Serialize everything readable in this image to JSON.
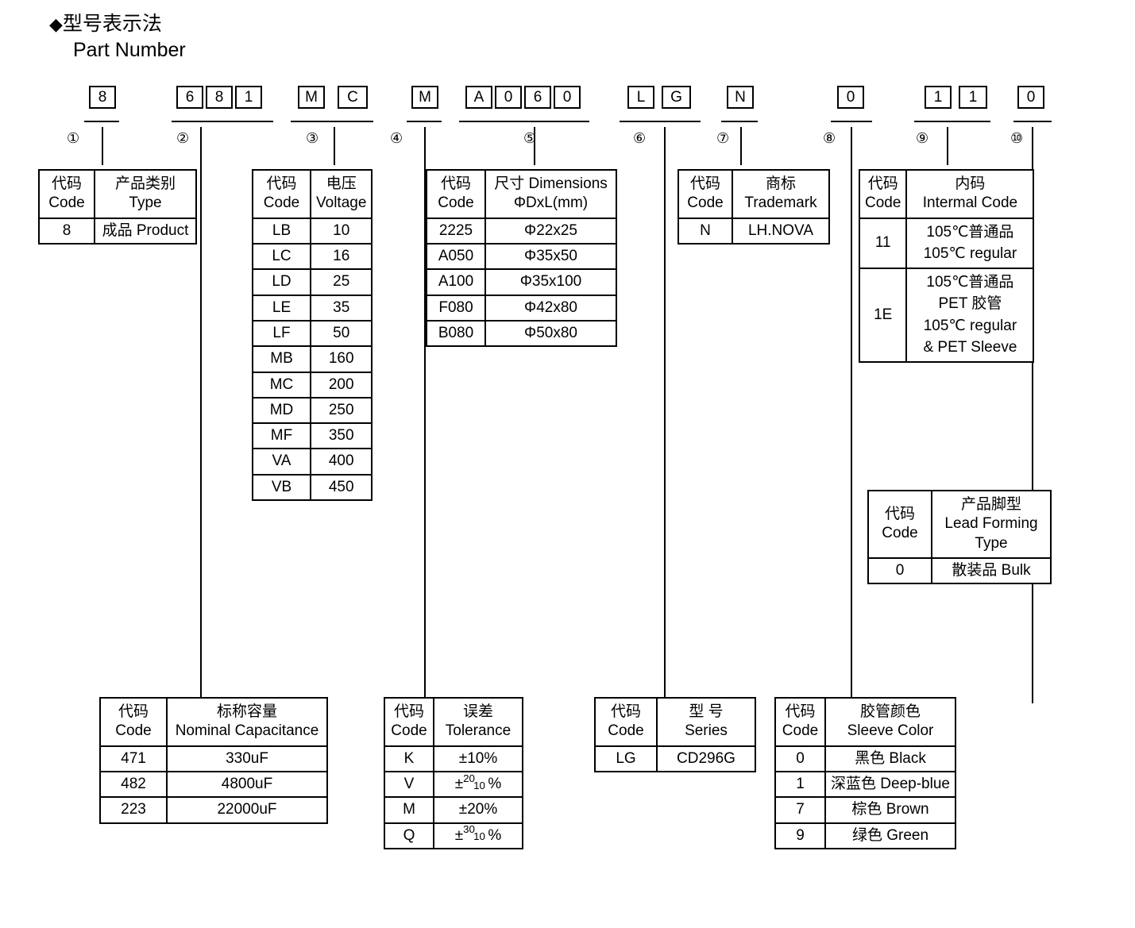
{
  "header": {
    "diamond": "◆",
    "title_cn": "型号表示法",
    "title_en": "Part Number"
  },
  "part_number": {
    "boxes": [
      {
        "char": "8",
        "x": 112,
        "w": 34,
        "group": 1
      },
      {
        "char": "6",
        "x": 222,
        "w": 34,
        "group": 2
      },
      {
        "char": "8",
        "x": 259,
        "w": 34,
        "group": 2
      },
      {
        "char": "1",
        "x": 296,
        "w": 34,
        "group": 2
      },
      {
        "char": "M",
        "x": 375,
        "w": 34,
        "group": 3
      },
      {
        "char": "C",
        "x": 425,
        "w": 38,
        "group": 3
      },
      {
        "char": "M",
        "x": 518,
        "w": 34,
        "group": 4
      },
      {
        "char": "A",
        "x": 586,
        "w": 34,
        "group": 5
      },
      {
        "char": "0",
        "x": 623,
        "w": 34,
        "group": 5
      },
      {
        "char": "6",
        "x": 660,
        "w": 34,
        "group": 5
      },
      {
        "char": "0",
        "x": 697,
        "w": 34,
        "group": 5
      },
      {
        "char": "L",
        "x": 790,
        "w": 34,
        "group": 6
      },
      {
        "char": "G",
        "x": 833,
        "w": 37,
        "group": 6
      },
      {
        "char": "N",
        "x": 915,
        "w": 34,
        "group": 7
      },
      {
        "char": "0",
        "x": 1054,
        "w": 34,
        "group": 8
      },
      {
        "char": "1",
        "x": 1164,
        "w": 34,
        "group": 9
      },
      {
        "char": "1",
        "x": 1207,
        "w": 36,
        "group": 9
      },
      {
        "char": "0",
        "x": 1281,
        "w": 34,
        "group": 10
      }
    ],
    "markers": [
      {
        "label": "①",
        "x": 84,
        "uline_x": 106,
        "uline_w": 44,
        "vline_x": 128,
        "vline_h": 48
      },
      {
        "label": "②",
        "x": 222,
        "uline_x": 216,
        "uline_w": 128,
        "vline_x": 252,
        "vline_h": 726
      },
      {
        "label": "③",
        "x": 385,
        "uline_x": 366,
        "uline_w": 104,
        "vline_x": 420,
        "vline_h": 48
      },
      {
        "label": "④",
        "x": 491,
        "uline_x": 512,
        "uline_w": 44,
        "vline_x": 534,
        "vline_h": 726
      },
      {
        "label": "⑤",
        "x": 659,
        "uline_x": 578,
        "uline_w": 164,
        "vline_x": 672,
        "vline_h": 48
      },
      {
        "label": "⑥",
        "x": 797,
        "uline_x": 780,
        "uline_w": 102,
        "vline_x": 836,
        "vline_h": 726
      },
      {
        "label": "⑦",
        "x": 902,
        "uline_x": 908,
        "uline_w": 46,
        "vline_x": 932,
        "vline_h": 48
      },
      {
        "label": "⑧",
        "x": 1036,
        "uline_x": 1046,
        "uline_w": 52,
        "vline_x": 1071,
        "vline_h": 726
      },
      {
        "label": "⑨",
        "x": 1153,
        "uline_x": 1151,
        "uline_w": 96,
        "vline_x": 1192,
        "vline_h": 48
      },
      {
        "label": "⑩",
        "x": 1272,
        "uline_x": 1276,
        "uline_w": 48,
        "vline_x": 1299,
        "vline_h": 726
      }
    ]
  },
  "tables": {
    "type": {
      "headers": [
        "代码",
        "产品类别"
      ],
      "headers_en": [
        "Code",
        "Type"
      ],
      "rows": [
        [
          "8",
          "成品 Product"
        ]
      ]
    },
    "voltage": {
      "headers": [
        "代码",
        "电压"
      ],
      "headers_en": [
        "Code",
        "Voltage"
      ],
      "rows": [
        [
          "LB",
          "10"
        ],
        [
          "LC",
          "16"
        ],
        [
          "LD",
          "25"
        ],
        [
          "LE",
          "35"
        ],
        [
          "LF",
          "50"
        ],
        [
          "MB",
          "160"
        ],
        [
          "MC",
          "200"
        ],
        [
          "MD",
          "250"
        ],
        [
          "MF",
          "350"
        ],
        [
          "VA",
          "400"
        ],
        [
          "VB",
          "450"
        ]
      ]
    },
    "dimensions": {
      "headers": [
        "代码",
        "尺寸 Dimensions"
      ],
      "headers_en": [
        "Code",
        "ΦDxL(mm)"
      ],
      "rows": [
        [
          "2225",
          "Φ22x25"
        ],
        [
          "A050",
          "Φ35x50"
        ],
        [
          "A100",
          "Φ35x100"
        ],
        [
          "F080",
          "Φ42x80"
        ],
        [
          "B080",
          "Φ50x80"
        ]
      ]
    },
    "trademark": {
      "headers": [
        "代码",
        "商标"
      ],
      "headers_en": [
        "Code",
        "Trademark"
      ],
      "rows": [
        [
          "N",
          "LH.NOVA"
        ]
      ]
    },
    "internal_code": {
      "headers": [
        "代码",
        "内码"
      ],
      "headers_en": [
        "Code",
        "Intermal Code"
      ],
      "rows": [
        {
          "code": "11",
          "lines": [
            "105℃普通品",
            "105℃ regular"
          ]
        },
        {
          "code": "1E",
          "lines": [
            "105℃普通品",
            "PET 胶管",
            "105℃ regular",
            "& PET Sleeve"
          ]
        }
      ]
    },
    "lead_forming": {
      "headers": [
        "代码",
        "产品脚型"
      ],
      "headers_en": [
        "Code",
        "Lead Forming"
      ],
      "headers_en2": "Type",
      "rows": [
        [
          "0",
          "散装品 Bulk"
        ]
      ]
    },
    "capacitance": {
      "headers": [
        "代码",
        "标称容量"
      ],
      "headers_en": [
        "Code",
        "Nominal Capacitance"
      ],
      "rows": [
        [
          "471",
          "330uF"
        ],
        [
          "482",
          "4800uF"
        ],
        [
          "223",
          "22000uF"
        ]
      ]
    },
    "tolerance": {
      "headers": [
        "代码",
        "误差"
      ],
      "headers_en": [
        "Code",
        "Tolerance"
      ],
      "rows": [
        {
          "code": "K",
          "plain": "±10%"
        },
        {
          "code": "V",
          "sup": "20",
          "sub": "10",
          "suffix": "%"
        },
        {
          "code": "M",
          "plain": "±20%"
        },
        {
          "code": "Q",
          "sup": "30",
          "sub": "10",
          "suffix": "%"
        }
      ]
    },
    "series": {
      "headers": [
        "代码",
        "型 号"
      ],
      "headers_en": [
        "Code",
        "Series"
      ],
      "rows": [
        [
          "LG",
          "CD296G"
        ]
      ]
    },
    "sleeve_color": {
      "headers": [
        "代码",
        "胶管颜色"
      ],
      "headers_en": [
        "Code",
        "Sleeve Color"
      ],
      "rows": [
        [
          "0",
          "黑色 Black"
        ],
        [
          "1",
          "深蓝色 Deep-blue"
        ],
        [
          "7",
          "棕色 Brown"
        ],
        [
          "9",
          "绿色 Green"
        ]
      ]
    }
  }
}
